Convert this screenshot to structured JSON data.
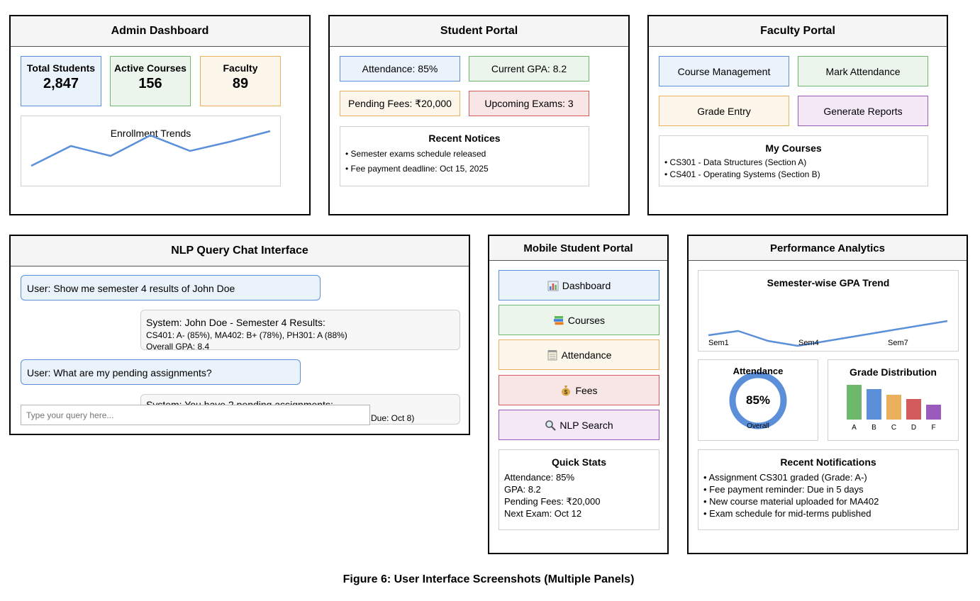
{
  "admin": {
    "title": "Admin Dashboard",
    "stats": [
      {
        "label": "Total Students",
        "value": "2,847"
      },
      {
        "label": "Active Courses",
        "value": "156"
      },
      {
        "label": "Faculty",
        "value": "89"
      }
    ],
    "chart_title": "Enrollment Trends"
  },
  "student": {
    "title": "Student Portal",
    "tiles": [
      "Attendance: 85%",
      "Current GPA: 8.2",
      "Pending Fees: ₹20,000",
      "Upcoming Exams: 3"
    ],
    "notices_title": "Recent Notices",
    "notices": [
      "• Semester exams schedule released",
      "• Fee payment deadline: Oct 15, 2025"
    ]
  },
  "faculty": {
    "title": "Faculty Portal",
    "buttons": [
      "Course Management",
      "Mark Attendance",
      "Grade Entry",
      "Generate Reports"
    ],
    "courses_title": "My Courses",
    "courses": [
      "• CS301 - Data Structures (Section A)",
      "• CS401 - Operating Systems (Section B)"
    ]
  },
  "chat": {
    "title": "NLP Query Chat Interface",
    "user1": "User: Show me semester 4 results of John Doe",
    "sys1_line1": "System: John Doe - Semester 4 Results:",
    "sys1_line2": "CS401: A- (85%), MA402: B+ (78%), PH301: A (88%)",
    "sys1_line3": "Overall GPA: 8.4",
    "user2": "User: What are my pending assignments?",
    "sys2_partial": "System: You have 2 pending assignments:",
    "sys2_tail": "Due: Oct 8)",
    "input_placeholder": "Type your query here..."
  },
  "mobile": {
    "title": "Mobile Student Portal",
    "menu": [
      {
        "label": "Dashboard",
        "icon": "bar-chart-icon"
      },
      {
        "label": "Courses",
        "icon": "books-icon"
      },
      {
        "label": "Attendance",
        "icon": "notepad-icon"
      },
      {
        "label": "Fees",
        "icon": "money-bag-icon"
      },
      {
        "label": "NLP Search",
        "icon": "magnifier-icon"
      }
    ],
    "quick_title": "Quick Stats",
    "quick": [
      "Attendance: 85%",
      "GPA: 8.2",
      "Pending Fees: ₹20,000",
      "Next Exam: Oct 12"
    ]
  },
  "analytics": {
    "title": "Performance Analytics",
    "gpa_title": "Semester-wise GPA Trend",
    "gpa_labels": [
      "Sem1",
      "Sem4",
      "Sem7"
    ],
    "attendance_title": "Attendance",
    "attendance_value": "85%",
    "attendance_caption": "Overall",
    "grade_title": "Grade Distribution",
    "grade_labels": [
      "A",
      "B",
      "C",
      "D",
      "F"
    ],
    "notif_title": "Recent Notifications",
    "notifications": [
      "• Assignment CS301 graded (Grade: A-)",
      "• Fee payment reminder: Due in 5 days",
      "• New course material uploaded for MA402",
      "• Exam schedule for mid-terms published"
    ]
  },
  "caption": "Figure 6: User Interface Screenshots (Multiple Panels)",
  "colors": {
    "line": "#5b8fd9",
    "A": "#6db86d",
    "B": "#5b8fd9",
    "C": "#eab05c",
    "D": "#d35b5b",
    "F": "#9b5bbd"
  },
  "chart_data": [
    {
      "type": "bar",
      "title": "Grade Distribution",
      "categories": [
        "A",
        "B",
        "C",
        "D",
        "F"
      ],
      "values": [
        49,
        43,
        35,
        29,
        21
      ]
    },
    {
      "type": "pie",
      "title": "Attendance",
      "values": [
        85,
        15
      ]
    }
  ]
}
